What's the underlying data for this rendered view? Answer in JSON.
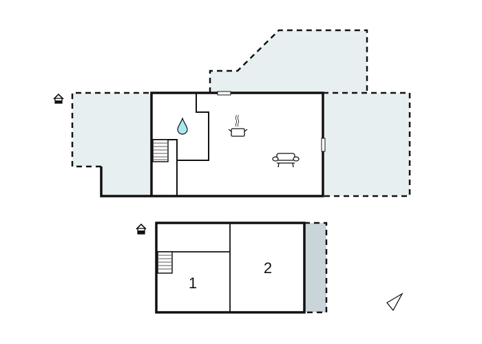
{
  "floorplan": {
    "colors": {
      "background": "#ffffff",
      "wall": "#111111",
      "terrace_fill": "#e8eff0",
      "terrace_dark_fill": "#c9d5d8",
      "water_drop": "#a8e8ee"
    },
    "upper_floor": {
      "icons": [
        "entrance-icon",
        "water-drop-icon",
        "cooking-pot-icon",
        "sofa-icon",
        "stairs-icon"
      ]
    },
    "lower_floor": {
      "rooms": [
        {
          "id": "room-1",
          "label": "1"
        },
        {
          "id": "room-2",
          "label": "2"
        }
      ],
      "icons": [
        "entrance-icon",
        "stairs-icon"
      ]
    },
    "compass": "north-arrow-icon"
  }
}
